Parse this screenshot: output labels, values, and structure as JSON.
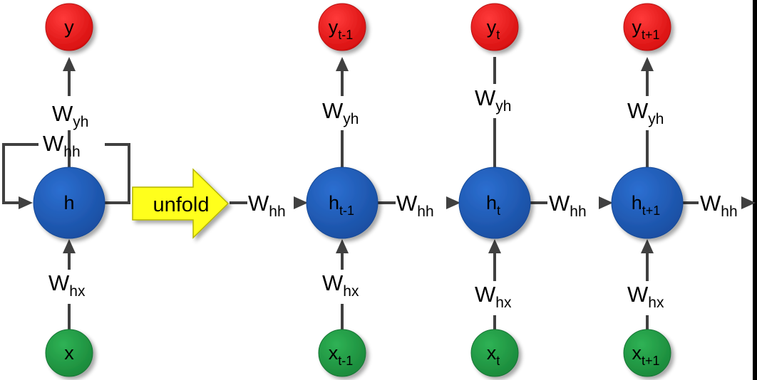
{
  "colors": {
    "background": "#000000",
    "panel": "#ffffff",
    "hidden_fill": "#1f5cb8",
    "hidden_stroke": "#174a96",
    "output_fill": "#e81c1c",
    "output_stroke": "#b81212",
    "input_fill": "#229a46",
    "input_stroke": "#177534",
    "edge": "#404040",
    "node_text": "#000000",
    "unfold_fill": "#ffff1a",
    "unfold_stroke": "#b4b400"
  },
  "nodes": {
    "y": {
      "main": "y",
      "sub": ""
    },
    "h": {
      "main": "h",
      "sub": ""
    },
    "x": {
      "main": "x",
      "sub": ""
    },
    "y_tm1": {
      "main": "y",
      "sub": "t-1"
    },
    "h_tm1": {
      "main": "h",
      "sub": "t-1"
    },
    "x_tm1": {
      "main": "x",
      "sub": "t-1"
    },
    "y_t": {
      "main": "y",
      "sub": "t"
    },
    "h_t": {
      "main": "h",
      "sub": "t"
    },
    "x_t": {
      "main": "x",
      "sub": "t"
    },
    "y_tp1": {
      "main": "y",
      "sub": "t+1"
    },
    "h_tp1": {
      "main": "h",
      "sub": "t+1"
    },
    "x_tp1": {
      "main": "x",
      "sub": "t+1"
    }
  },
  "labels": {
    "wyh": {
      "main": "W",
      "sub": "yh"
    },
    "whh": {
      "main": "W",
      "sub": "hh"
    },
    "whx": {
      "main": "W",
      "sub": "hx"
    }
  },
  "unfold": {
    "label": "unfold"
  }
}
